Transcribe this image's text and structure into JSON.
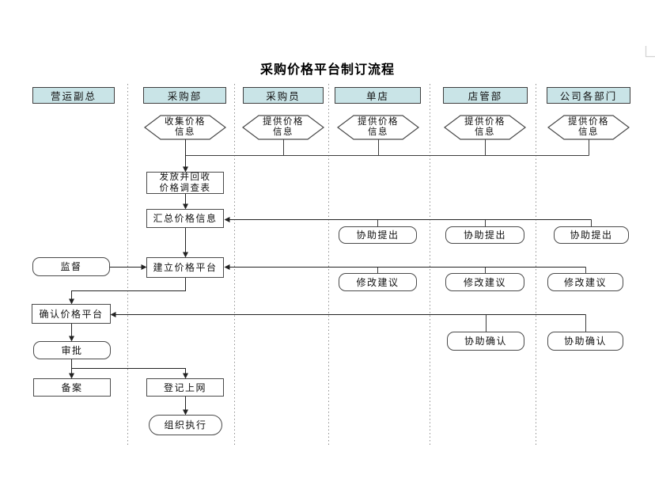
{
  "title": "采购价格平台制订流程",
  "lanes": {
    "items": [
      {
        "label": "营运副总"
      },
      {
        "label": "采购部"
      },
      {
        "label": "采购员"
      },
      {
        "label": "单店"
      },
      {
        "label": "店管部"
      },
      {
        "label": "公司各部门"
      }
    ]
  },
  "nodes": {
    "collect_price_info": "收集价格信息",
    "provide_price_info": "提供价格信息",
    "distribute_collect_survey": "发放并回收价格调查表",
    "summarize_price_info": "汇总价格信息",
    "assist_propose": "协助提出",
    "supervise": "监督",
    "build_price_platform": "建立价格平台",
    "modify_suggestions": "修改建议",
    "confirm_price_platform": "确认价格平台",
    "assist_confirm": "协助确认",
    "approve": "审批",
    "keep_on_record": "备案",
    "register_online": "登记上网",
    "organize_execution": "组织执行"
  },
  "colors": {
    "lane_header_fill": "#c9e4e7",
    "shape_border": "#4a4a4a",
    "connector_line": "#3d3d3d",
    "arrow_fill": "#222222",
    "lane_divider": "#8f8f8f",
    "background": "#ffffff"
  }
}
